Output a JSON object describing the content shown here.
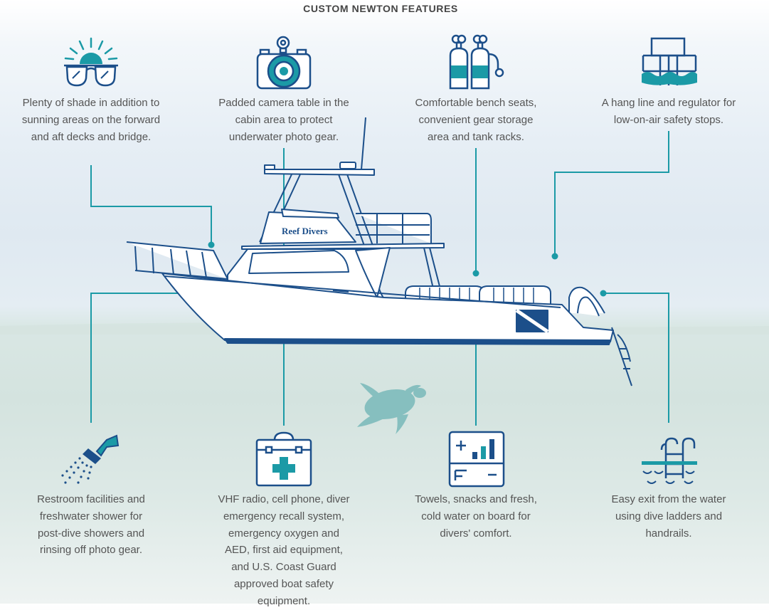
{
  "heading": "CUSTOM NEWTON FEATURES",
  "boat": {
    "name_text": "Reef Divers"
  },
  "features_top": [
    {
      "id": "shade",
      "icon": "sunglasses-sun-icon",
      "text": "Plenty of shade in addition to sunning areas on the forward and aft decks and bridge."
    },
    {
      "id": "camera",
      "icon": "camera-icon",
      "text": "Padded camera table in the cabin area to protect underwater photo gear."
    },
    {
      "id": "bench",
      "icon": "scuba-tanks-icon",
      "text": "Comfortable bench seats, convenient gear storage area and tank racks."
    },
    {
      "id": "hangline",
      "icon": "hang-line-icon",
      "text": "A hang line and regulator for low-on-air safety stops."
    }
  ],
  "features_bottom": [
    {
      "id": "shower",
      "icon": "shower-icon",
      "text": "Restroom facilities and freshwater shower for post-dive showers and rinsing off photo gear."
    },
    {
      "id": "safety",
      "icon": "first-aid-kit-icon",
      "text": "VHF radio, cell phone, diver emergency recall system, emergency oxygen and AED, first aid equipment, and U.S. Coast Guard approved boat safety equipment."
    },
    {
      "id": "towels",
      "icon": "control-panel-icon",
      "text": "Towels, snacks and fresh, cold water on board for divers' comfort."
    },
    {
      "id": "ladder",
      "icon": "dive-ladder-icon",
      "text": "Easy exit from the water using dive ladders and handrails."
    }
  ],
  "colors": {
    "teal": "#1b9aa6",
    "navy": "#1c4f8a",
    "text": "#555555",
    "turtle": "#86bfbf"
  }
}
